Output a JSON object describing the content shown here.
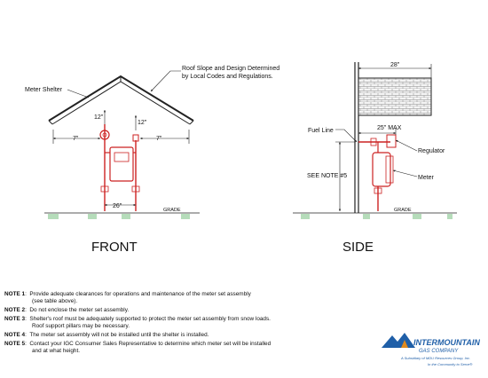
{
  "colors": {
    "pipe": "#cc2222",
    "line": "#222222",
    "grass": "#2e9b3a",
    "brand_blue": "#1f5fa8",
    "brand_orange": "#e08a1e"
  },
  "front": {
    "label_meter_shelter": "Meter Shelter",
    "label_roof_note_1": "Roof Slope and Design Determined",
    "label_roof_note_2": "by Local Codes and Regulations.",
    "dim_12_left": "12\"",
    "dim_12_right": "12\"",
    "dim_7_left": "7\"",
    "dim_7_right": "7\"",
    "dim_26": "26\"",
    "grade": "GRADE",
    "title": "FRONT"
  },
  "side": {
    "dim_28": "28\"",
    "dim_25": "25\" MAX",
    "fuel_line": "Fuel Line",
    "regulator": "Regulator",
    "meter": "Meter",
    "see_note": "SEE NOTE #5",
    "grade": "GRADE",
    "title": "SIDE"
  },
  "notes": [
    {
      "label": "NOTE 1",
      "text": "Provide adequate clearances for operations and maintenance of the meter set assembly",
      "cont": "(see table above)."
    },
    {
      "label": "NOTE 2",
      "text": "Do not enclose the meter set assembly.",
      "cont": ""
    },
    {
      "label": "NOTE 3",
      "text": "Shelter's roof must be adequately supported to protect the meter set assembly from snow loads.",
      "cont": "Roof support pillars may be necessary."
    },
    {
      "label": "NOTE 4",
      "text": "The meter set assembly will not be installed until the shelter is installed.",
      "cont": ""
    },
    {
      "label": "NOTE 5",
      "text": "Contact your IGC Consumer Sales Representative to determine which meter set will be installed",
      "cont": "and at what height."
    }
  ],
  "logo": {
    "name": "INTERMOUNTAIN",
    "tagline": "GAS COMPANY",
    "subsidiary": "A Subsidiary of MDU Resources Group, Inc.",
    "slogan": "In the Community to Serve®"
  }
}
